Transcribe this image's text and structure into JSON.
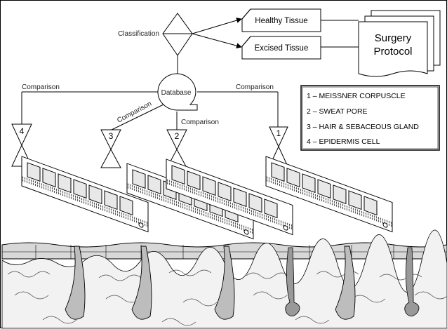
{
  "diagram": {
    "classification_label": "Classification",
    "healthy_label": "Healthy Tissue",
    "excised_label": "Excised Tissue",
    "protocol_line1": "Surgery",
    "protocol_line2": "Protocol",
    "database_label": "Database",
    "comparison_left": "Comparison",
    "comparison_right": "Comparison",
    "comparison_diag": "Comparison",
    "comparison_center": "Comparison",
    "numbers": [
      "4",
      "3",
      "2",
      "1"
    ]
  },
  "legend": {
    "items": [
      "1 – MEISSNER CORPUSCLE",
      "2 – SWEAT PORE",
      "3 – HAIR & SEBACEOUS GLAND",
      "4 – EPIDERMIS CELL"
    ]
  },
  "icons": {
    "memory_module": "memory-chip-icon",
    "decision": "diamond-icon",
    "collate": "hourglass-icon",
    "document": "document-icon",
    "database": "database-icon"
  }
}
